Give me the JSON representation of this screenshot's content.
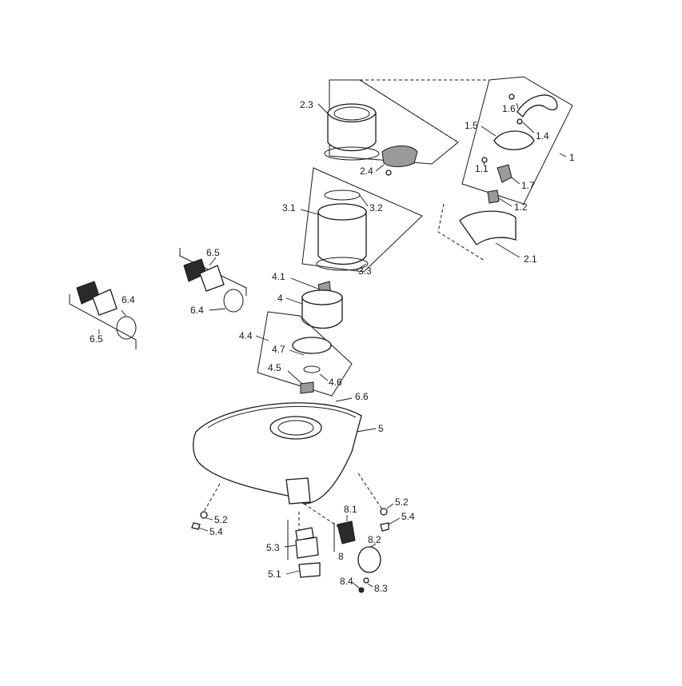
{
  "labels": {
    "p1": "1",
    "p1_1": "1.1",
    "p1_2": "1.2",
    "p1_4": "1.4",
    "p1_5": "1.5",
    "p1_6": "1.6",
    "p1_7": "1.7",
    "p2_1": "2.1",
    "p2_3": "2.3",
    "p2_4": "2.4",
    "p3_1": "3.1",
    "p3_2": "3.2",
    "p3_3": "3.3",
    "p4": "4",
    "p4_1": "4.1",
    "p4_4": "4.4",
    "p4_5": "4.5",
    "p4_6": "4.6",
    "p4_7": "4.7",
    "p5": "5",
    "p5_1": "5.1",
    "p5_2a": "5.2",
    "p5_2b": "5.2",
    "p5_3": "5.3",
    "p5_4a": "5.4",
    "p5_4b": "5.4",
    "p6_4a": "6.4",
    "p6_4b": "6.4",
    "p6_5a": "6.5",
    "p6_5b": "6.5",
    "p6_6": "6.6",
    "p8": "8",
    "p8_1": "8.1",
    "p8_2": "8.2",
    "p8_3": "8.3",
    "p8_4": "8.4"
  }
}
